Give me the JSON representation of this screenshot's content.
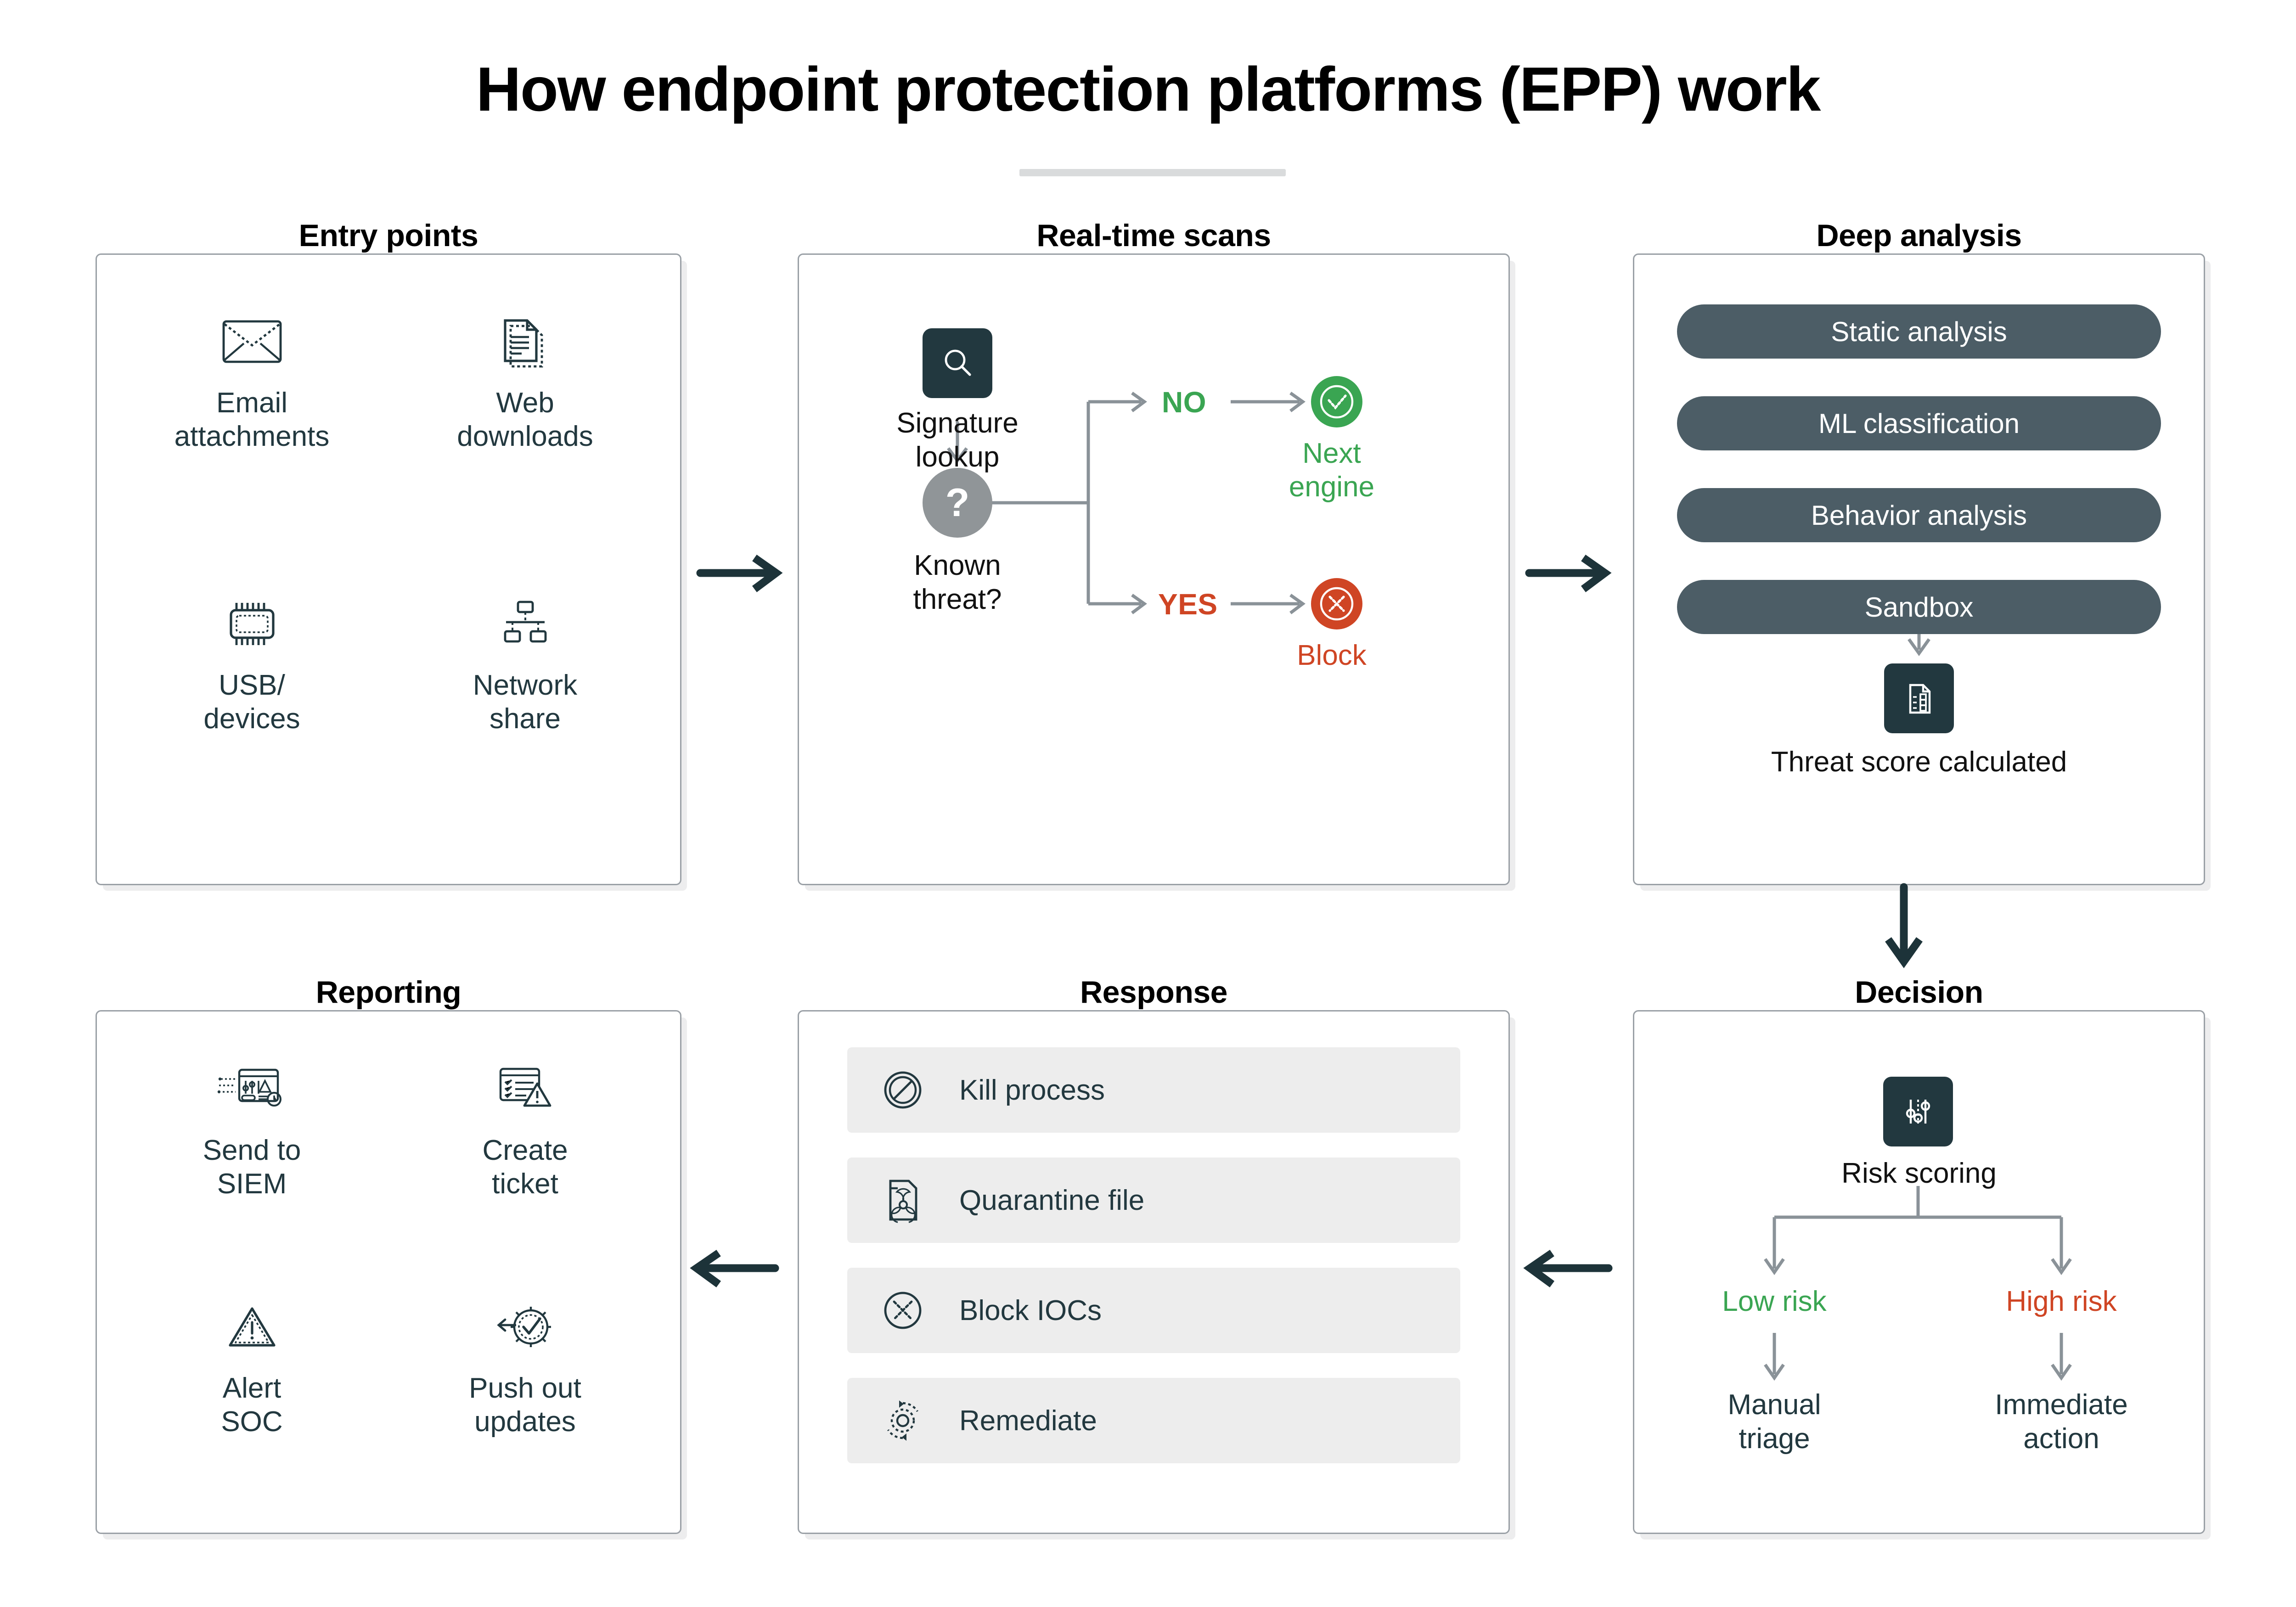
{
  "title": "How endpoint protection platforms (EPP) work",
  "colors": {
    "dark": "#22383F",
    "slate_pill": "#4C5D66",
    "panel_border": "#9AA0A6",
    "green": "#3AA552",
    "red": "#CF4524",
    "gray_circle": "#909598",
    "row_bg": "#EDEDED",
    "connector": "#8A9298",
    "arrow_dark": "#1D3339"
  },
  "panels": {
    "entry_points": {
      "title": "Entry points",
      "items": [
        {
          "icon": "envelope-icon",
          "label": "Email\nattachments"
        },
        {
          "icon": "documents-icon",
          "label": "Web\ndownloads"
        },
        {
          "icon": "chip-icon",
          "label": "USB/\ndevices"
        },
        {
          "icon": "network-share-icon",
          "label": "Network\nshare"
        }
      ]
    },
    "real_time_scans": {
      "title": "Real-time scans",
      "signature_icon": "magnifier-icon",
      "signature_label": "Signature\nlookup",
      "decision_symbol": "?",
      "decision_label": "Known\nthreat?",
      "branch_no": {
        "label": "NO",
        "icon": "check-circle-icon",
        "result": "Next\nengine"
      },
      "branch_yes": {
        "label": "YES",
        "icon": "x-circle-icon",
        "result": "Block"
      }
    },
    "deep_analysis": {
      "title": "Deep analysis",
      "stages": [
        "Static analysis",
        "ML classification",
        "Behavior analysis",
        "Sandbox"
      ],
      "output_icon": "report-checklist-icon",
      "output_label": "Threat score calculated"
    },
    "decision": {
      "title": "Decision",
      "scoring_icon": "sliders-icon",
      "scoring_label": "Risk scoring",
      "branches": [
        {
          "risk": "Low risk",
          "action": "Manual\ntriage"
        },
        {
          "risk": "High risk",
          "action": "Immediate\naction"
        }
      ]
    },
    "response": {
      "title": "Response",
      "actions": [
        {
          "icon": "prohibited-icon",
          "label": "Kill process"
        },
        {
          "icon": "biohazard-file-icon",
          "label": "Quarantine file"
        },
        {
          "icon": "x-target-icon",
          "label": "Block IOCs"
        },
        {
          "icon": "gear-refresh-icon",
          "label": "Remediate"
        }
      ]
    },
    "reporting": {
      "title": "Reporting",
      "items": [
        {
          "icon": "siem-dashboard-icon",
          "label": "Send to\nSIEM"
        },
        {
          "icon": "checklist-alert-icon",
          "label": "Create\nticket"
        },
        {
          "icon": "warning-triangle-icon",
          "label": "Alert\nSOC"
        },
        {
          "icon": "gear-check-icon",
          "label": "Push out\nupdates"
        }
      ]
    }
  },
  "connectors": [
    {
      "name": "entry-to-scans",
      "direction": "right"
    },
    {
      "name": "scans-to-deep",
      "direction": "right"
    },
    {
      "name": "deep-to-decision",
      "direction": "down"
    },
    {
      "name": "decision-to-response",
      "direction": "left"
    },
    {
      "name": "response-to-reporting",
      "direction": "left"
    }
  ]
}
